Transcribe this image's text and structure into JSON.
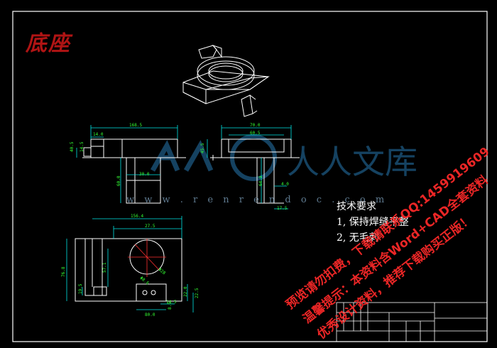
{
  "drawing": {
    "title": "底座",
    "watermark_logo": "人人文库",
    "watermark_site": "w w w . r e n r e n d o c . c o m",
    "tech_requirements": {
      "heading": "技术要求",
      "items": [
        "1, 保持焊缝平整",
        "2, 无毛刺"
      ]
    },
    "stamps": [
      "预览请勿扣费，下载请联系QQ:1459919609",
      "温馨提示：本资料含Word+CAD全套资料",
      "优秀设计资料，推荐下载购买正版！"
    ],
    "dimensions": {
      "front_width": "168.5",
      "front_offset": "14.0",
      "front_height": "40.5",
      "front_small": "14.5",
      "front_leg_w": "30.0",
      "front_leg_h": "60.0",
      "side_width": "70.0",
      "side_inner": "60.5",
      "side_h": "45.5",
      "side_leg_h": "64.9",
      "side_small": "4.0",
      "side_base": "17.5",
      "top_width": "156.4",
      "top_inner": "27.5",
      "top_height": "76.8",
      "top_mid": "57.1",
      "top_small": "19.5",
      "top_circle": "Φ28",
      "top_hole": "Φ8.6",
      "top_b1": "14.5",
      "top_b2": "22.0",
      "top_b3": "80.0",
      "top_r1": "22.5",
      "top_r2": "8.5"
    }
  },
  "colors": {
    "background": "#000000",
    "outline": "#ffffff",
    "dimension": "#00e5e5",
    "dim_text": "#33ff33",
    "stamp": "#ff2a2a",
    "title": "#b01414",
    "watermark": "#1f5f8a"
  }
}
